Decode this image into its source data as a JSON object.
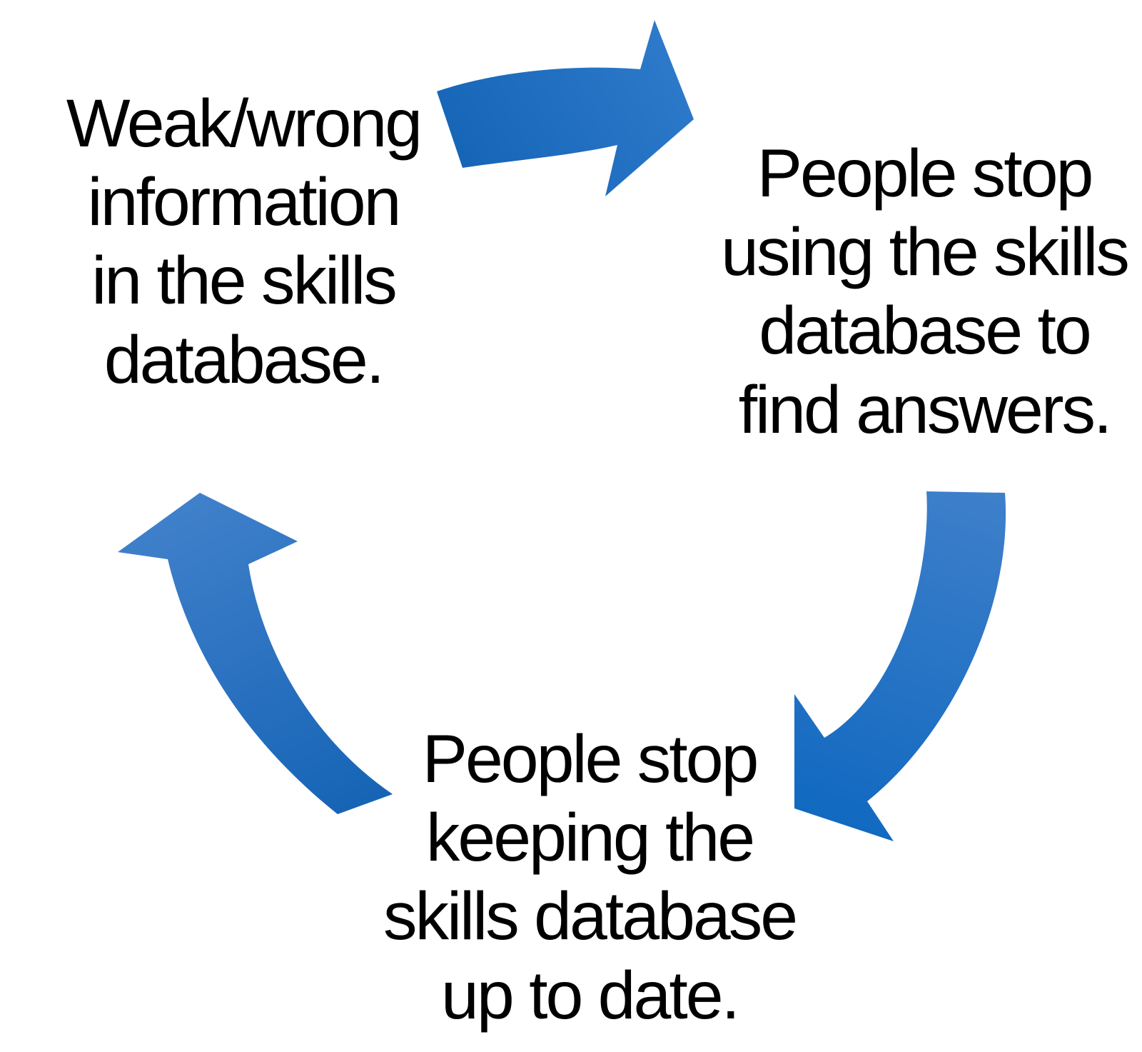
{
  "diagram": {
    "type": "cycle",
    "background_color": "#ffffff",
    "text_color": "#000000",
    "arrow_color_light": "#3e7fca",
    "arrow_color_dark": "#1161b3",
    "nodes": {
      "weak_info": "Weak/wrong\ninformation\nin the skills\ndatabase.",
      "stop_using": "People stop\nusing the skills\ndatabase to\nfind answers.",
      "stop_updating": "People stop\nkeeping the\nskills database\nup to date."
    },
    "flow": [
      "weak_info -> stop_using",
      "stop_using -> stop_updating",
      "stop_updating -> weak_info"
    ]
  }
}
